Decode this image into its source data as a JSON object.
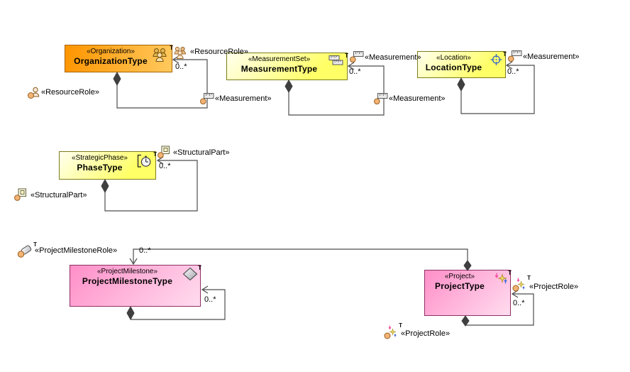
{
  "diagram": {
    "type_marker": "T",
    "multiplicity": "0..*",
    "roles": {
      "resource_role": "«ResourceRole»",
      "measurement": "«Measurement»",
      "structural_part": "«StructuralPart»",
      "project_milestone_role": "«ProjectMilestoneRole»",
      "project_role": "«ProjectRole»"
    },
    "classes": {
      "organization": {
        "stereotype": "«Organization»",
        "name": "OrganizationType"
      },
      "measurement_set": {
        "stereotype": "«MeasurementSet»",
        "name": "MeasurementType"
      },
      "location": {
        "stereotype": "«Location»",
        "name": "LocationType"
      },
      "strategic_phase": {
        "stereotype": "«StrategicPhase»",
        "name": "PhaseType"
      },
      "project_milestone": {
        "stereotype": "«ProjectMilestone»",
        "name": "ProjectMilestoneType"
      },
      "project": {
        "stereotype": "«Project»",
        "name": "ProjectType"
      }
    },
    "colors": {
      "background": "#ffffff",
      "line": "#4d4d4d",
      "org_fill_start": "#ff9500",
      "org_fill_end": "#ffc95e",
      "org_border": "#a86100",
      "yellow_fill_start": "#fffff0",
      "yellow_fill_end": "#ffff66",
      "yellow_border": "#7c7c1d",
      "pink_fill_start": "#ff8fc8",
      "pink_fill_end": "#ffdcef",
      "pink_border": "#8f2f63"
    }
  }
}
